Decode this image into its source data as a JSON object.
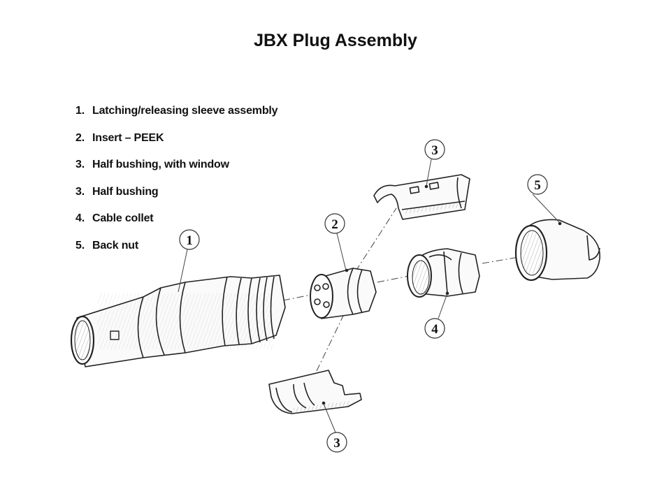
{
  "title": "JBX Plug Assembly",
  "legend": [
    {
      "num": "1.",
      "label": "Latching/releasing sleeve assembly"
    },
    {
      "num": "2.",
      "label": "Insert – PEEK"
    },
    {
      "num": "3.",
      "label": "Half bushing, with window"
    },
    {
      "num": "3.",
      "label": "Half bushing"
    },
    {
      "num": "4.",
      "label": "Cable collet"
    },
    {
      "num": "5.",
      "label": "Back nut"
    }
  ],
  "callouts": {
    "sleeve": "1",
    "insert": "2",
    "half_bushing_window": "3",
    "collet": "4",
    "back_nut": "5",
    "half_bushing": "3"
  }
}
